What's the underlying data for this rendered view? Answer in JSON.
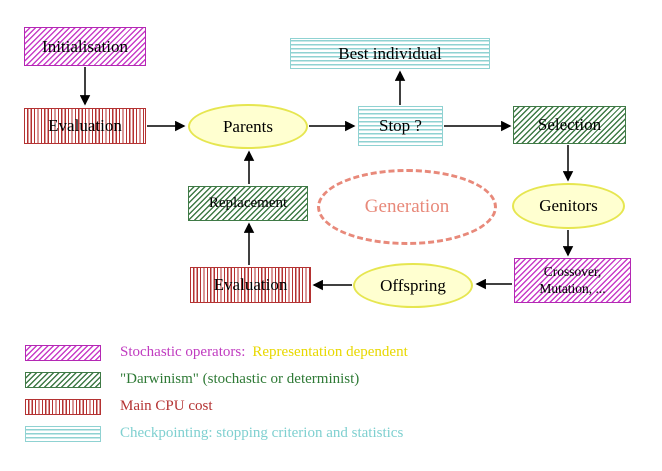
{
  "diagram": {
    "nodes": {
      "initialisation": "Initialisation",
      "evaluation_top": "Evaluation",
      "parents": "Parents",
      "stop": "Stop ?",
      "best_individual": "Best individual",
      "selection": "Selection",
      "genitors": "Genitors",
      "crossover_line1": "Crossover,",
      "crossover_line2": "Mutation, ...",
      "offspring": "Offspring",
      "evaluation_bottom": "Evaluation",
      "replacement": "Replacement",
      "generation": "Generation"
    }
  },
  "legend": {
    "stochastic": {
      "label": "Stochastic operators:",
      "suffix": "Representation dependent"
    },
    "darwinism": {
      "label": "\"Darwinism\" (stochastic or determinist)"
    },
    "cpu": {
      "label": "Main CPU cost"
    },
    "checkpointing": {
      "label": "Checkpointing: stopping criterion and statistics"
    }
  },
  "colors": {
    "stochastic_magenta": "#c03cc0",
    "darwinism_green": "#3f7a46",
    "cpu_red": "#b43232",
    "checkpoint_cyan": "#8fd2d2",
    "ellipse_yellow_fill": "#ffffd0",
    "ellipse_yellow_border": "#e6e650",
    "generation_salmon": "#e8897a",
    "representation_yellow": "#e8d800",
    "arrow_black": "#000000"
  }
}
